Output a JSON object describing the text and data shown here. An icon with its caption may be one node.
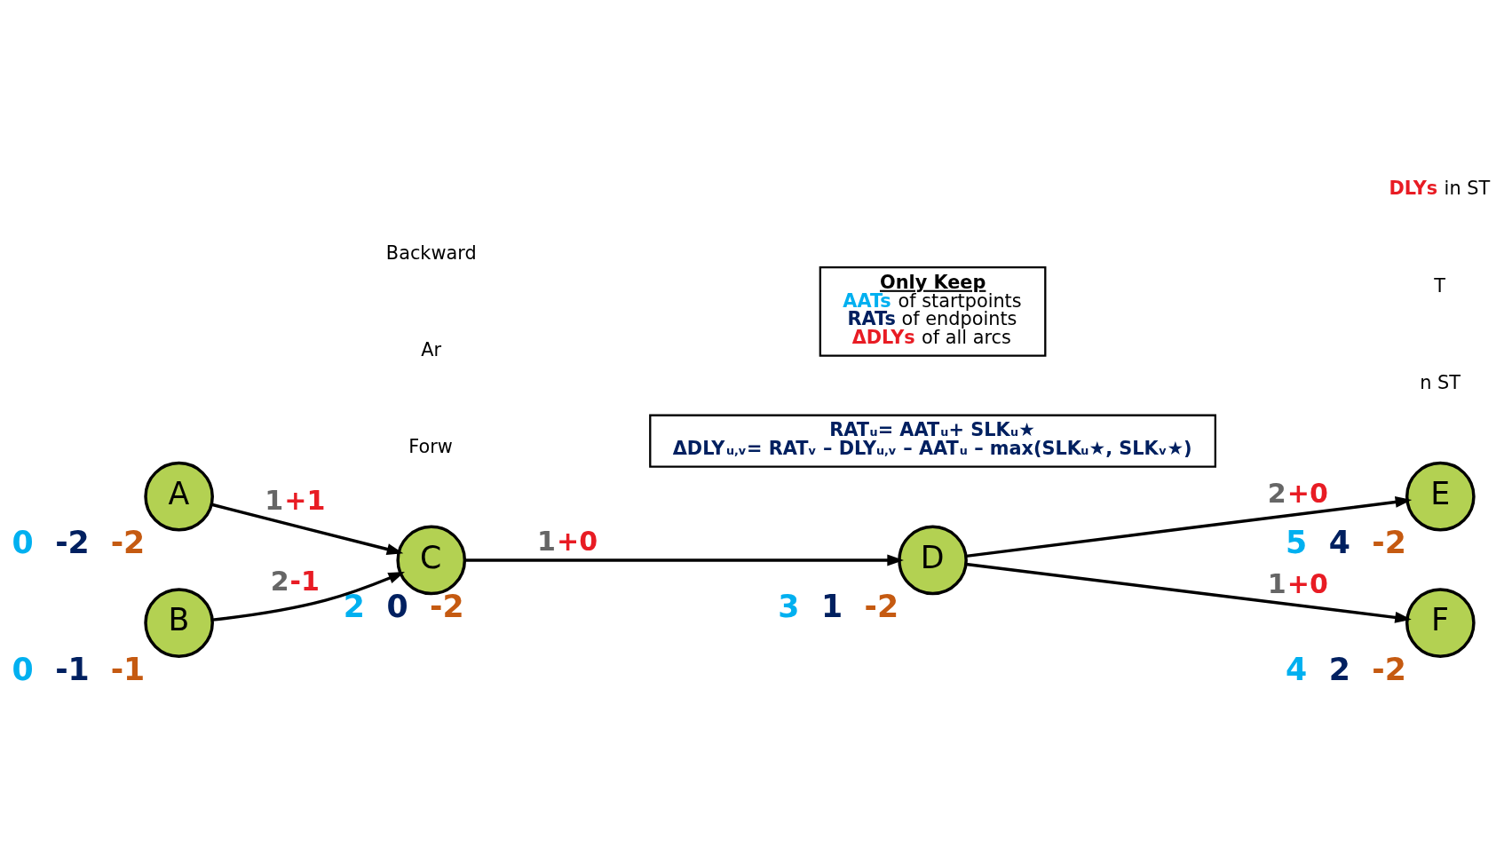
{
  "diagram": {
    "nodes": [
      {
        "text": [
          "A"
        ],
        "beside": [
          "0",
          "-2",
          "-2"
        ]
      },
      {
        "text": [
          "B"
        ],
        "beside": [
          "0",
          "-1",
          "-1"
        ]
      },
      {
        "text": [
          "C"
        ],
        "beside": [
          "2",
          "0",
          "-2"
        ]
      },
      {
        "text": [
          "D"
        ],
        "beside": [
          "3",
          "1",
          "-2"
        ]
      },
      {
        "text": [
          "E"
        ],
        "beside": [
          "5",
          "4",
          "-2"
        ]
      },
      {
        "text": [
          "F"
        ],
        "beside": [
          "4",
          "2",
          "-2"
        ]
      },
      {
        "text": [
          "RAT$_{u}$= AAT$_{u}$+ SLK$_{u}$★",
          "ΔDLY$_{u,v}$= RAT$_{v}$ – DLY$_{u,v}$ – AAT$_{u}$ – max(SLK$_{u}$★, SLK$_{v}$★)"
        ]
      },
      {
        "text": [
          "Only Keep",
          "**AATs** of startpoints",
          "**RATs** of endpoints",
          "**ΔDLYs** of all arcs"
        ]
      }
    ],
    "edges": [
      {
        "from": 0,
        "to": 2,
        "arrow": "to",
        "label": "1+1"
      },
      {
        "from": 1,
        "to": 2,
        "arrow": "to",
        "label": "2-1"
      },
      {
        "from": 2,
        "to": 3,
        "arrow": "to",
        "label": "1+0"
      },
      {
        "from": 3,
        "to": 4,
        "arrow": "to",
        "label": "2+0"
      },
      {
        "from": 3,
        "to": 5,
        "arrow": "to",
        "label": "1+0"
      }
    ],
    "labels": [
      "Forw",
      "n ST",
      "Ar",
      "T",
      "Backward",
      "**DLYs** in ST"
    ]
  }
}
